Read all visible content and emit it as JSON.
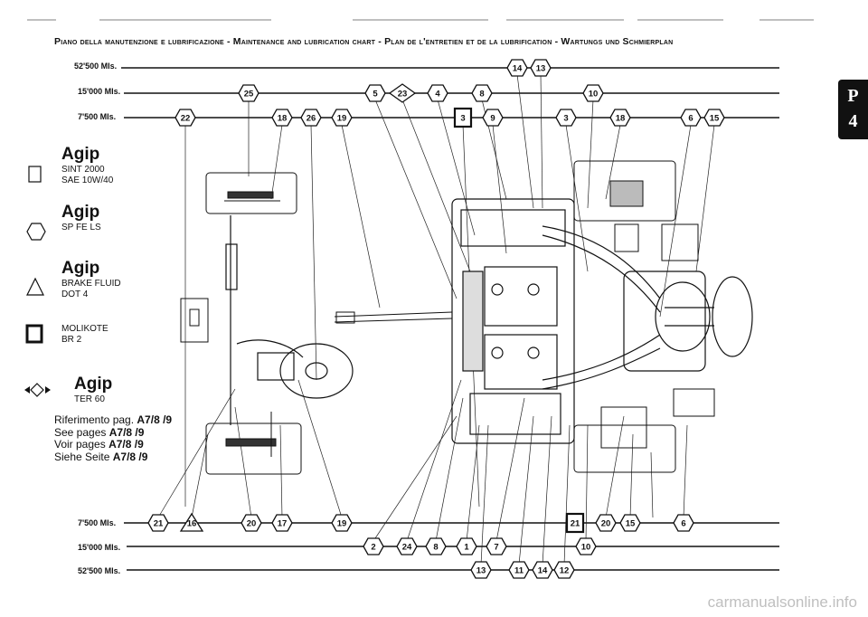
{
  "header": {
    "title": "Piano della manutenzione e lubrificazione - Maintenance and lubrication chart - Plan de l'entretien et de la lubrification - Wartungs und Schmierplan"
  },
  "tab": {
    "letter": "P",
    "number": "4"
  },
  "legend": [
    {
      "brand": "Agip",
      "lines": [
        "SINT 2000",
        "SAE 10W/40"
      ],
      "symbol": "square-icon"
    },
    {
      "brand": "Agip",
      "lines": [
        "SP FE LS"
      ],
      "symbol": "hexagon-icon"
    },
    {
      "brand": "Agip",
      "lines": [
        "BRAKE FLUID",
        "DOT 4"
      ],
      "symbol": "triangle-icon"
    },
    {
      "brand": "",
      "lines": [
        "MOLIKOTE",
        "BR 2"
      ],
      "symbol": "filled-square-icon"
    },
    {
      "brand": "Agip",
      "lines": [
        "TER 60"
      ],
      "symbol": "diamond-arrows-icon"
    }
  ],
  "reference": [
    {
      "text": "Riferimento pag.",
      "pages": "A7/8 /9"
    },
    {
      "text": "See pages",
      "pages": "A7/8 /9"
    },
    {
      "text": "Voir pages",
      "pages": "A7/8 /9"
    },
    {
      "text": "Siehe Seite",
      "pages": "A7/8 /9"
    }
  ],
  "top_intervals": [
    {
      "label": "52'500 Mls.",
      "points": [
        "14",
        "13"
      ]
    },
    {
      "label": "15'000 Mls.",
      "points": [
        "25",
        "5",
        "23",
        "4",
        "8",
        "10"
      ]
    },
    {
      "label": "7'500 Mls.",
      "points": [
        "22",
        "18",
        "26",
        "19",
        "3",
        "9",
        "3",
        "18",
        "6",
        "15"
      ]
    }
  ],
  "bottom_intervals": [
    {
      "label": "7'500 Mls.",
      "points": [
        "21",
        "16",
        "20",
        "17",
        "19",
        "21",
        "20",
        "15",
        "6"
      ]
    },
    {
      "label": "15'000 Mls.",
      "points": [
        "2",
        "24",
        "8",
        "1",
        "7",
        "10"
      ]
    },
    {
      "label": "52'500 Mls.",
      "points": [
        "13",
        "11",
        "14",
        "12"
      ]
    }
  ],
  "watermark": "carmanualsonline.info"
}
